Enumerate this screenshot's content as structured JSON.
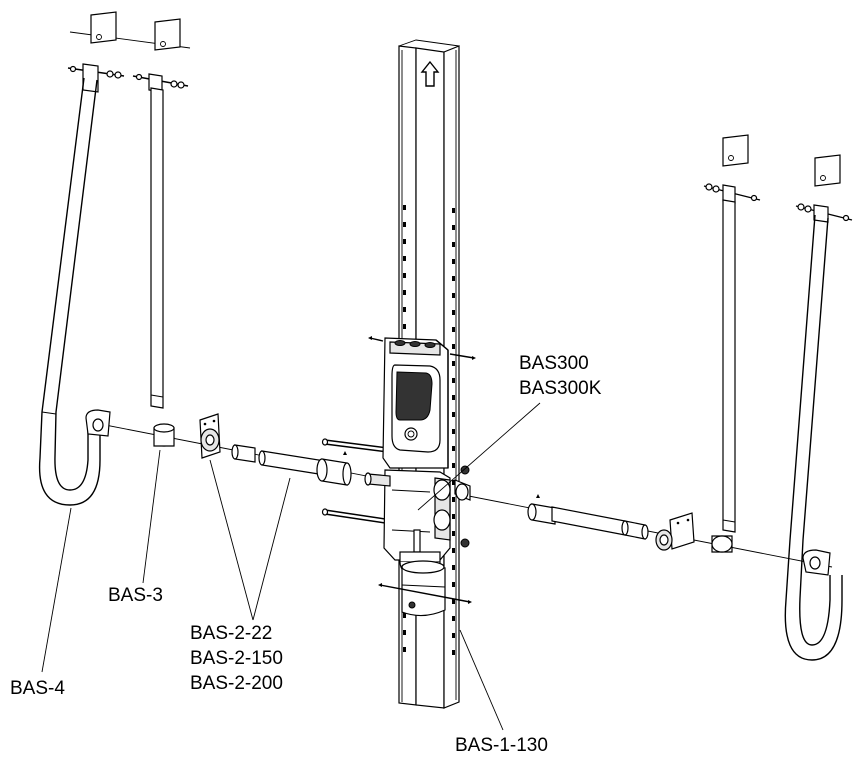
{
  "labels": {
    "bas300": "BAS300",
    "bas300k": "BAS300K",
    "bas3": "BAS-3",
    "bas2_22": "BAS-2-22",
    "bas2_150": "BAS-2-150",
    "bas2_200": "BAS-2-200",
    "bas4": "BAS-4",
    "bas1_130": "BAS-1-130"
  }
}
